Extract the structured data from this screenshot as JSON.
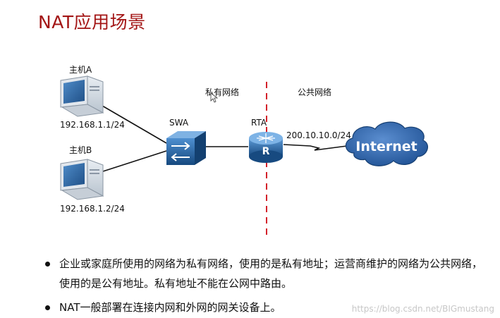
{
  "title": "NAT应用场景",
  "diagram": {
    "hostA": {
      "label": "主机A",
      "ip": "192.168.1.1/24"
    },
    "hostB": {
      "label": "主机B",
      "ip": "192.168.1.2/24"
    },
    "switch_label": "SWA",
    "router_label": "RTA",
    "router_glyph": "R",
    "private_net_label": "私有网络",
    "public_net_label": "公共网络",
    "wan_ip": "200.10.10.0/24",
    "cloud_label": "Internet",
    "divider_color": "#d4202a"
  },
  "bullets": [
    "企业或家庭所使用的网络为私有网络，使用的是私有地址；运营商维护的网络为公共网络，使用的是公有地址。私有地址不能在公网中路由。",
    "NAT一般部署在连接内网和外网的网关设备上。"
  ],
  "watermark": "https://blog.csdn.net/BIGmustang",
  "colors": {
    "title": "#a31515",
    "cloud": "#2a5fa3",
    "device": "#1f5e9e"
  }
}
